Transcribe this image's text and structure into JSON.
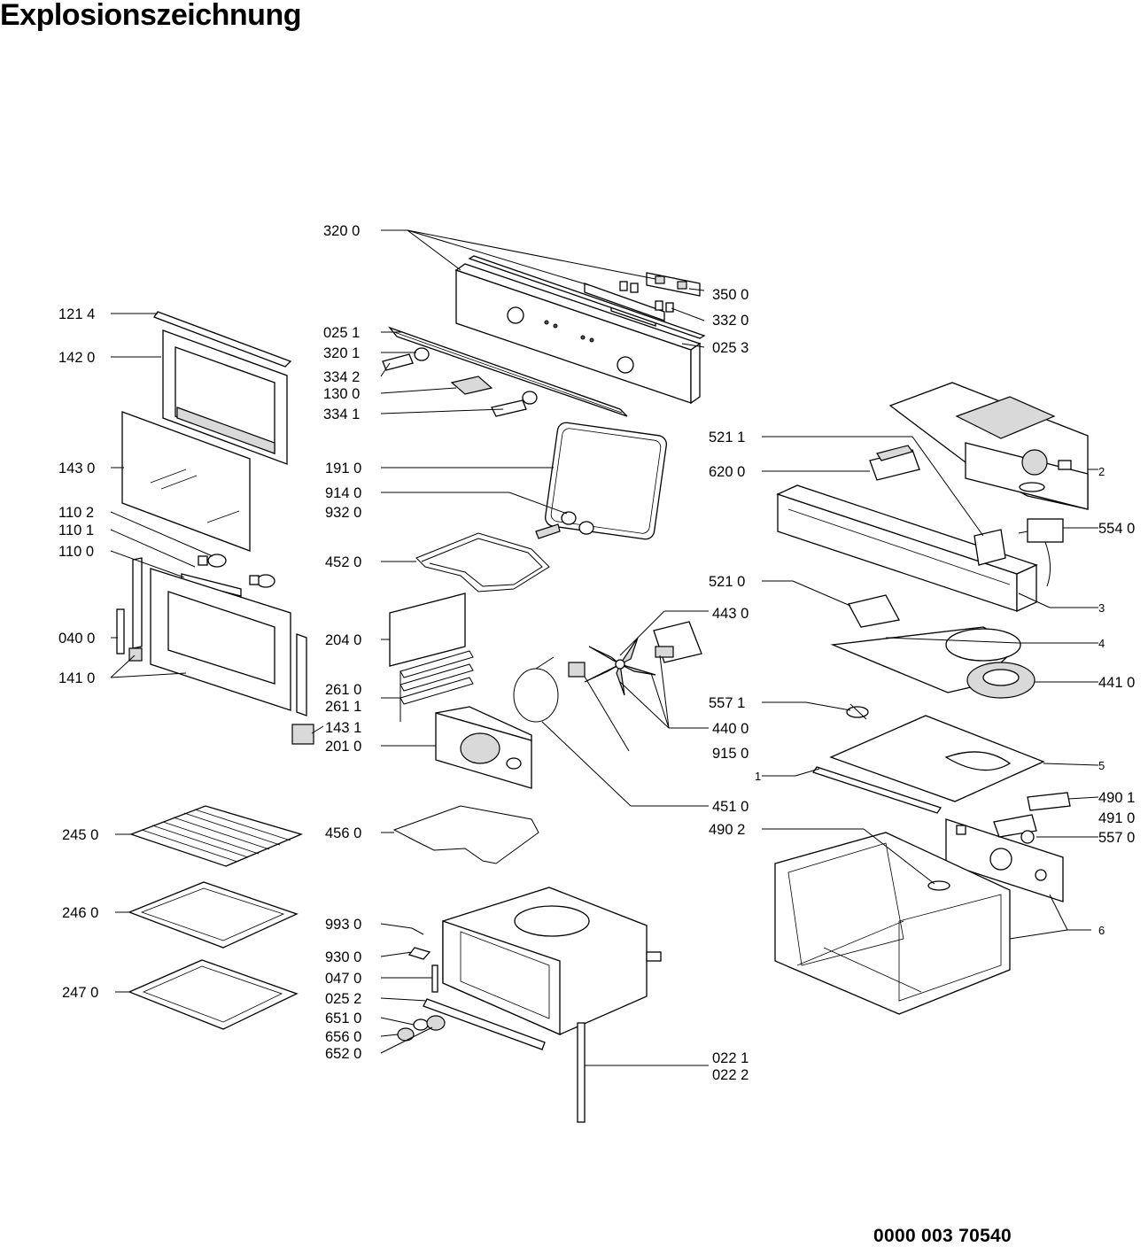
{
  "title": "Explosionszeichnung",
  "document_number": "0000 003 70540",
  "labels": [
    "320 0",
    "350 0",
    "332 0",
    "025 3",
    "025 1",
    "320 1",
    "334 2",
    "130 0",
    "334 1",
    "121 4",
    "142 0",
    "143 0",
    "110 2",
    "110 1",
    "110 0",
    "040 0",
    "141 0",
    "143 1",
    "191 0",
    "914 0",
    "932 0",
    "452 0",
    "204 0",
    "261 0",
    "261 1",
    "201 0",
    "456 0",
    "443 0",
    "440 0",
    "915 0",
    "451 0",
    "521 1",
    "620 0",
    "554 0",
    "521 0",
    "557 1",
    "441 0",
    "490 1",
    "491 0",
    "557 0",
    "490 2",
    "2",
    "3",
    "4",
    "5",
    "1",
    "6",
    "245 0",
    "246 0",
    "247 0",
    "993 0",
    "930 0",
    "047 0",
    "025 2",
    "651 0",
    "656 0",
    "652 0",
    "022 1",
    "022 2"
  ]
}
